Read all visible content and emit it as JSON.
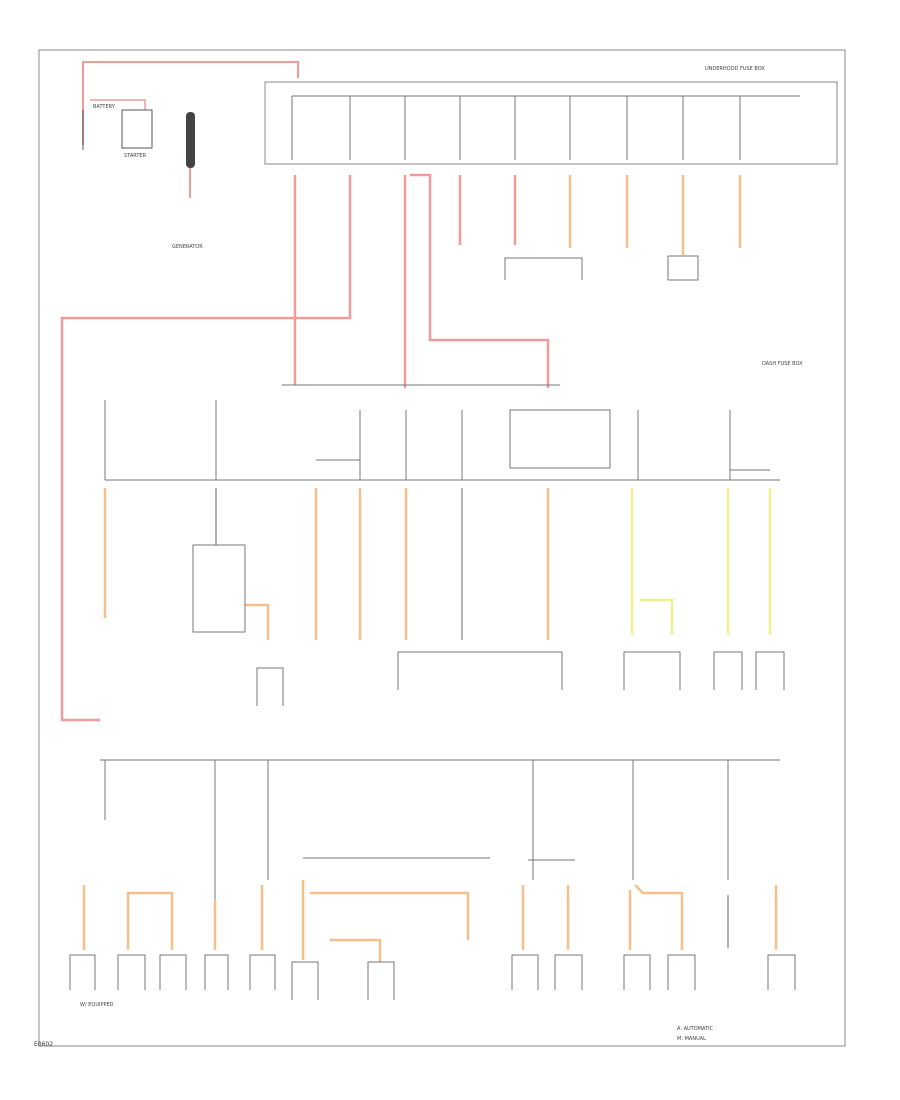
{
  "diagram": {
    "top_labels": {
      "battery": "BATTERY",
      "starter": "STARTER",
      "generator": "GENERATOR",
      "underhood_box": "UNDERHOOD FUSE BOX",
      "dash_box": "DASH FUSE BOX"
    },
    "notes": {
      "equipped": "W/ EQUIPPED",
      "automatic": "A: AUTOMATIC",
      "manual": "M: MANUAL"
    },
    "footer_code": "E0602"
  },
  "colors": {
    "red": "#f19a9a",
    "orange": "#f5c08c",
    "yellow": "#eef08a",
    "black": "#555555",
    "frame": "#8a8a8a"
  }
}
